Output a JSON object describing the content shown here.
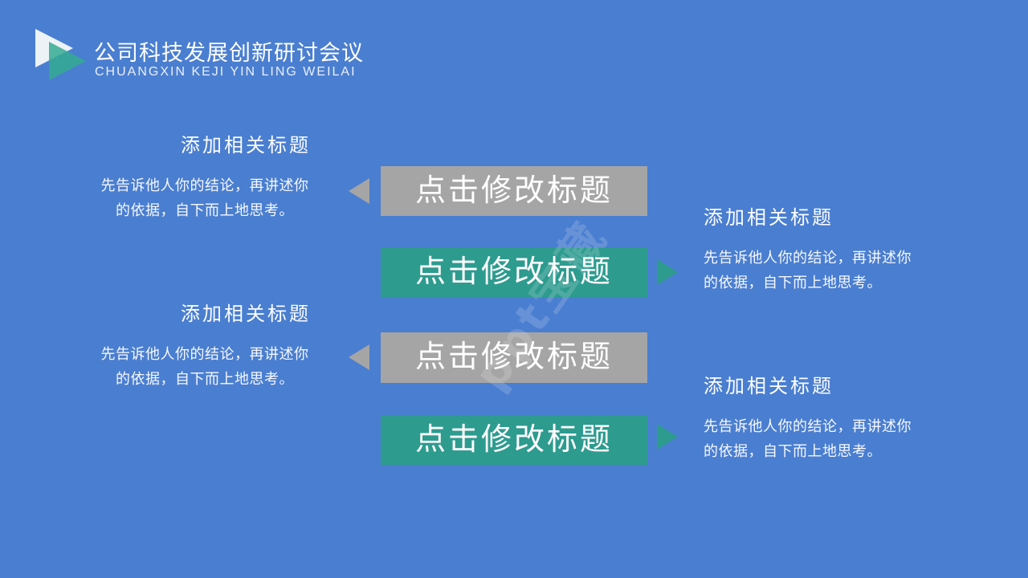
{
  "header": {
    "title": "公司科技发展创新研讨会议",
    "subtitle": "CHUANGXIN KEJI YIN LING WEILAI"
  },
  "bars": [
    {
      "label": "点击修改标题",
      "style": "gray",
      "arrow": "left"
    },
    {
      "label": "点击修改标题",
      "style": "teal",
      "arrow": "right"
    },
    {
      "label": "点击修改标题",
      "style": "gray",
      "arrow": "left"
    },
    {
      "label": "点击修改标题",
      "style": "teal",
      "arrow": "right"
    }
  ],
  "side_blocks": [
    {
      "side": "left",
      "heading": "添加相关标题",
      "lines": [
        "先告诉他人你的结论，再讲述你",
        "的依据，自下而上地思考。"
      ]
    },
    {
      "side": "left",
      "heading": "添加相关标题",
      "lines": [
        "先告诉他人你的结论，再讲述你",
        "的依据，自下而上地思考。"
      ]
    },
    {
      "side": "right",
      "heading": "添加相关标题",
      "lines": [
        "先告诉他人你的结论，再讲述你",
        "的依据，自下而上地思考。"
      ]
    },
    {
      "side": "right",
      "heading": "添加相关标题",
      "lines": [
        "先告诉他人你的结论，再讲述你",
        "的依据，自下而上地思考。"
      ]
    }
  ],
  "watermark": {
    "text": "ppt宝藏"
  },
  "colors": {
    "background": "#4A7ED0",
    "teal": "#2E9B8F",
    "gray": "#A5A5A5",
    "text": "#FFFFFF"
  }
}
